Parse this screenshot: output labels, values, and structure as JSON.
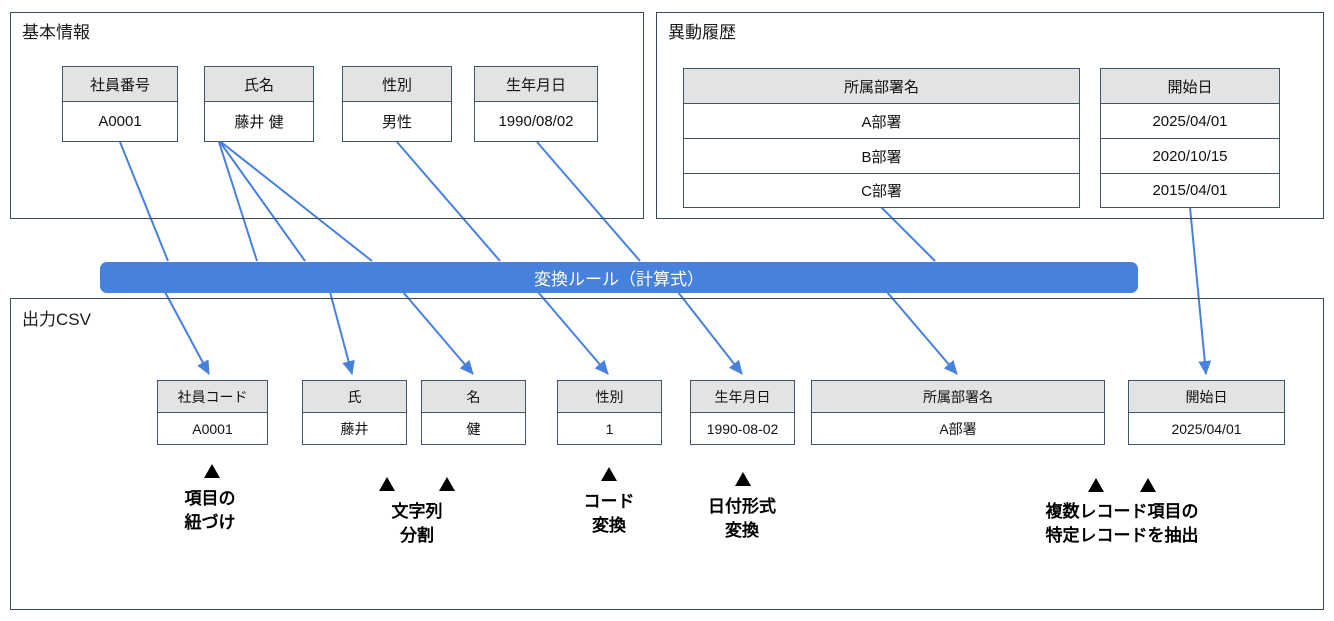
{
  "diagram": {
    "title_basic": "基本情報",
    "title_history": "異動履歴",
    "title_output": "出力CSV",
    "rule_bar_label": "変換ルール（計算式）",
    "accent_color": "#4681DE",
    "header_fill": "#E3E3E3",
    "border_color": "#44546A"
  },
  "basic_info": {
    "fields": [
      {
        "header": "社員番号",
        "value": "A0001"
      },
      {
        "header": "氏名",
        "value": "藤井 健"
      },
      {
        "header": "性別",
        "value": "男性"
      },
      {
        "header": "生年月日",
        "value": "1990/08/02"
      }
    ]
  },
  "transfer_history": {
    "columns": [
      "所属部署名",
      "開始日"
    ],
    "rows": [
      {
        "department": "A部署",
        "start_date": "2025/04/01"
      },
      {
        "department": "B部署",
        "start_date": "2020/10/15"
      },
      {
        "department": "C部署",
        "start_date": "2015/04/01"
      }
    ]
  },
  "output_csv": {
    "columns": [
      {
        "header": "社員コード",
        "value": "A0001"
      },
      {
        "header": "氏",
        "value": "藤井"
      },
      {
        "header": "名",
        "value": "健"
      },
      {
        "header": "性別",
        "value": "1"
      },
      {
        "header": "生年月日",
        "value": "1990-08-02"
      },
      {
        "header": "所属部署名",
        "value": "A部署"
      },
      {
        "header": "開始日",
        "value": "2025/04/01"
      }
    ]
  },
  "annotations": [
    {
      "text": "項目の\n紐づけ"
    },
    {
      "text": "文字列\n分割"
    },
    {
      "text": "コード\n変換"
    },
    {
      "text": "日付形式\n変換"
    },
    {
      "text": "複数レコード項目の\n特定レコードを抽出"
    }
  ]
}
